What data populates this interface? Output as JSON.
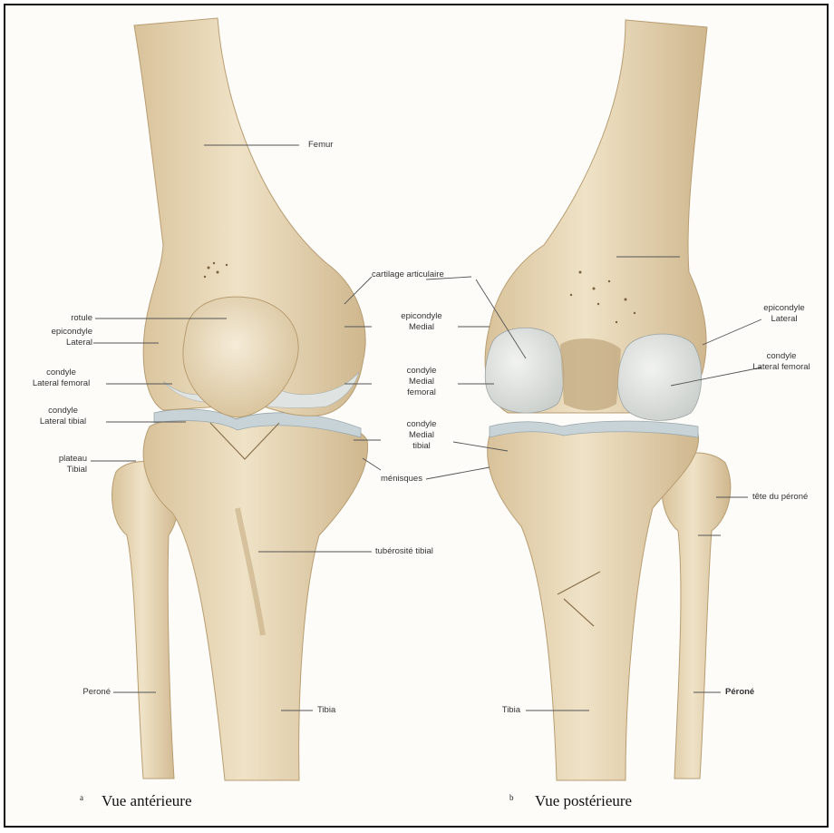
{
  "figure": {
    "palette": {
      "bone": "#e8d8b8",
      "bone_shade": "#cdb58c",
      "bone_light": "#f3e8d2",
      "cartilage": "#e3e6e6",
      "meniscus": "#c9d4d8",
      "line": "#555555"
    },
    "anterior": {
      "label_femur": "Femur",
      "label_rotule": "rotule",
      "label_epicondyle_lateral": "epicondyle\nLateral",
      "label_condyle_lateral_femoral": "condyle\nLateral femoral",
      "label_condyle_lateral_tibial": "condyle\nLateral tibial",
      "label_plateau_tibial": "plateau\nTibial",
      "label_perone": "Peroné",
      "label_cartilage": "cartilage articulaire",
      "label_epicondyle_medial": "epicondyle\nMedial",
      "label_condyle_medial_femoral": "condyle\nMedial\nfemoral",
      "label_condyle_medial_tibial": "condyle\nMedial\ntibial",
      "label_menisques": "ménisques",
      "label_tuberosite": "tubérosité tibial",
      "label_tibia": "Tibia",
      "caption_marker": "a",
      "caption": "Vue antérieure"
    },
    "posterior": {
      "label_epicondyle_lateral": "epicondyle\nLateral",
      "label_condyle_lateral_femoral": "condyle\nLateral femoral",
      "label_tete_perone": "tête du péroné",
      "label_perone": "Péroné",
      "label_tibia": "Tibia",
      "caption_marker": "b",
      "caption": "Vue postérieure"
    }
  }
}
